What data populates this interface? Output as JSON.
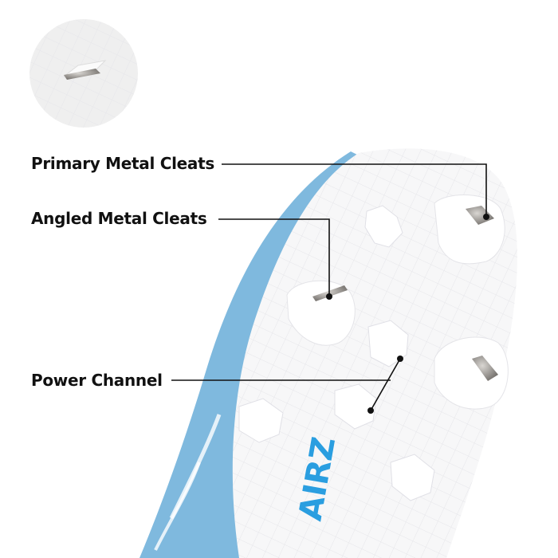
{
  "callouts": [
    {
      "label": "Primary Metal Cleats"
    },
    {
      "label": "Angled Metal Cleats"
    },
    {
      "label": "Power Channel"
    }
  ],
  "sole_logo": "AIRZ",
  "colors": {
    "upper_blue": "#7fb9de",
    "logo_blue": "#2a9ee0",
    "sole": "#f7f7f8",
    "metal": "#8a8580",
    "line": "#111111"
  }
}
